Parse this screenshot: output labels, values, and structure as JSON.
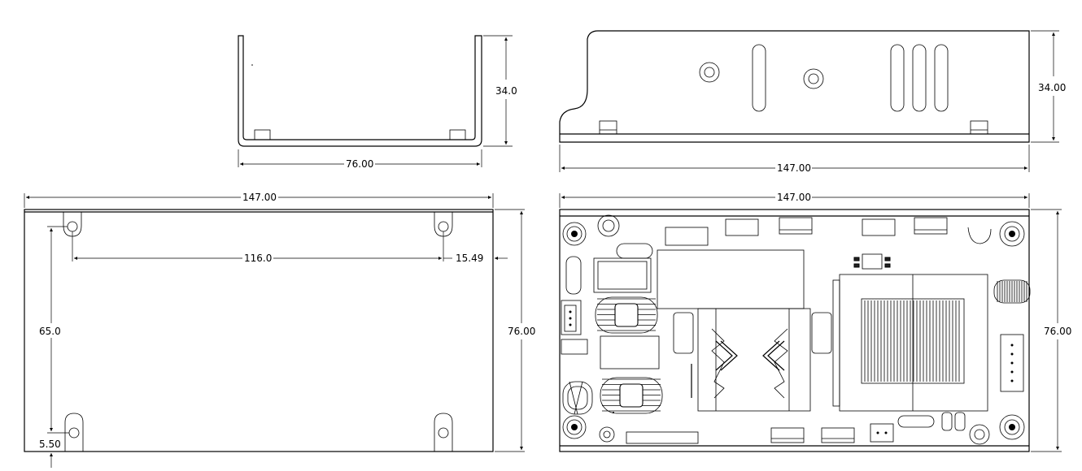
{
  "drawing": {
    "colors": {
      "line": "#000000",
      "paper": "#ffffff",
      "dark_fill": "#222222"
    },
    "front_view": {
      "height_dim": "34.0",
      "width_dim": "76.00"
    },
    "side_view": {
      "height_dim": "34.00",
      "length_dim": "147.00"
    },
    "bottom_view": {
      "length_dim": "147.00",
      "hole_spacing_dim": "116.0",
      "hole_offset_x_dim": "15.49",
      "hole_spacing_y_dim": "65.0",
      "hole_offset_y_dim": "5.50",
      "width_dim": "76.00"
    },
    "top_view": {
      "length_dim": "147.00",
      "width_dim": "76.00"
    }
  }
}
